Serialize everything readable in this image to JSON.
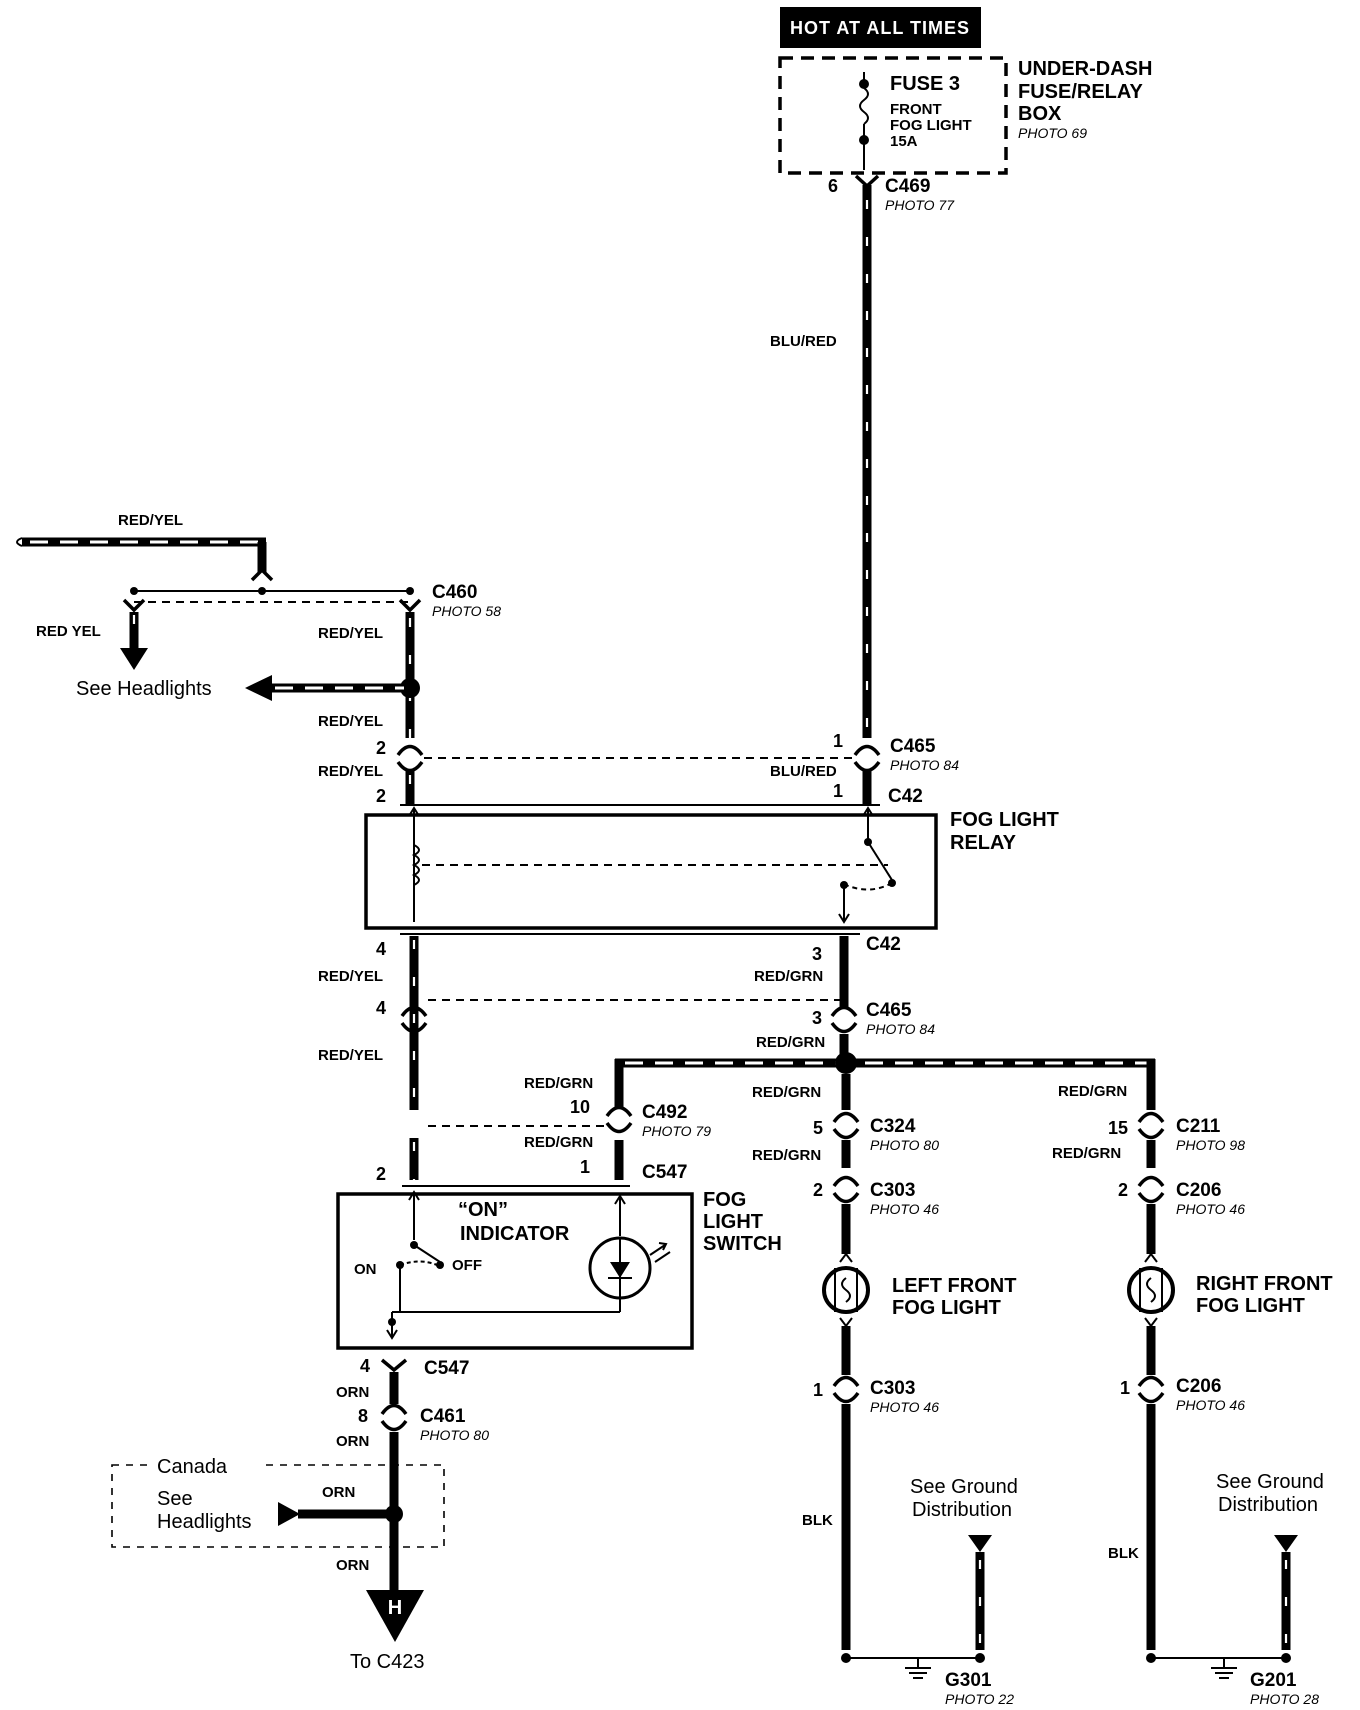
{
  "hot_label": "HOT AT ALL TIMES",
  "fuse_box": {
    "name_line1": "UNDER-DASH",
    "name_line2": "FUSE/RELAY",
    "name_line3": "BOX",
    "photo": "PHOTO 69",
    "fuse_name": "FUSE 3",
    "fuse_desc_line1": "FRONT",
    "fuse_desc_line2": "FOG LIGHT",
    "fuse_rating": "15A"
  },
  "wire_colors": {
    "blu_red": "BLU/RED",
    "red_yel": "RED/YEL",
    "red_yel_alt": "RED YEL",
    "red_grn": "RED/GRN",
    "orn": "ORN",
    "blk": "BLK"
  },
  "connectors": {
    "c469": "C469",
    "c460": "C460",
    "c465": "C465",
    "c42": "C42",
    "c492": "C492",
    "c547": "C547",
    "c324": "C324",
    "c303": "C303",
    "c211": "C211",
    "c206": "C206",
    "c461": "C461"
  },
  "photos": {
    "p77": "PHOTO 77",
    "p58": "PHOTO 58",
    "p84": "PHOTO 84",
    "p79": "PHOTO 79",
    "p80": "PHOTO 80",
    "p46": "PHOTO 46",
    "p98": "PHOTO 98",
    "p22": "PHOTO 22",
    "p28": "PHOTO 28"
  },
  "pins": {
    "p1": "1",
    "p2": "2",
    "p3": "3",
    "p4": "4",
    "p5": "5",
    "p6": "6",
    "p8": "8",
    "p10": "10",
    "p15": "15"
  },
  "relay": {
    "line1": "FOG LIGHT",
    "line2": "RELAY"
  },
  "switch": {
    "line1": "FOG",
    "line2": "LIGHT",
    "line3": "SWITCH",
    "indicator_line1": "“ON”",
    "indicator_line2": "INDICATOR",
    "on_label": "ON",
    "off_label": "OFF"
  },
  "lights": {
    "left_line1": "LEFT FRONT",
    "left_line2": "FOG LIGHT",
    "right_line1": "RIGHT FRONT",
    "right_line2": "FOG LIGHT"
  },
  "grounds": {
    "g301": "G301",
    "g201": "G201"
  },
  "notes": {
    "see": "See",
    "headlights": "Headlights",
    "see_headlights": "See  Headlights",
    "canada": "Canada",
    "ground_line1": "See  Ground",
    "ground_line2": "Distribution",
    "to_c423": "To C423",
    "h_marker": "H"
  }
}
